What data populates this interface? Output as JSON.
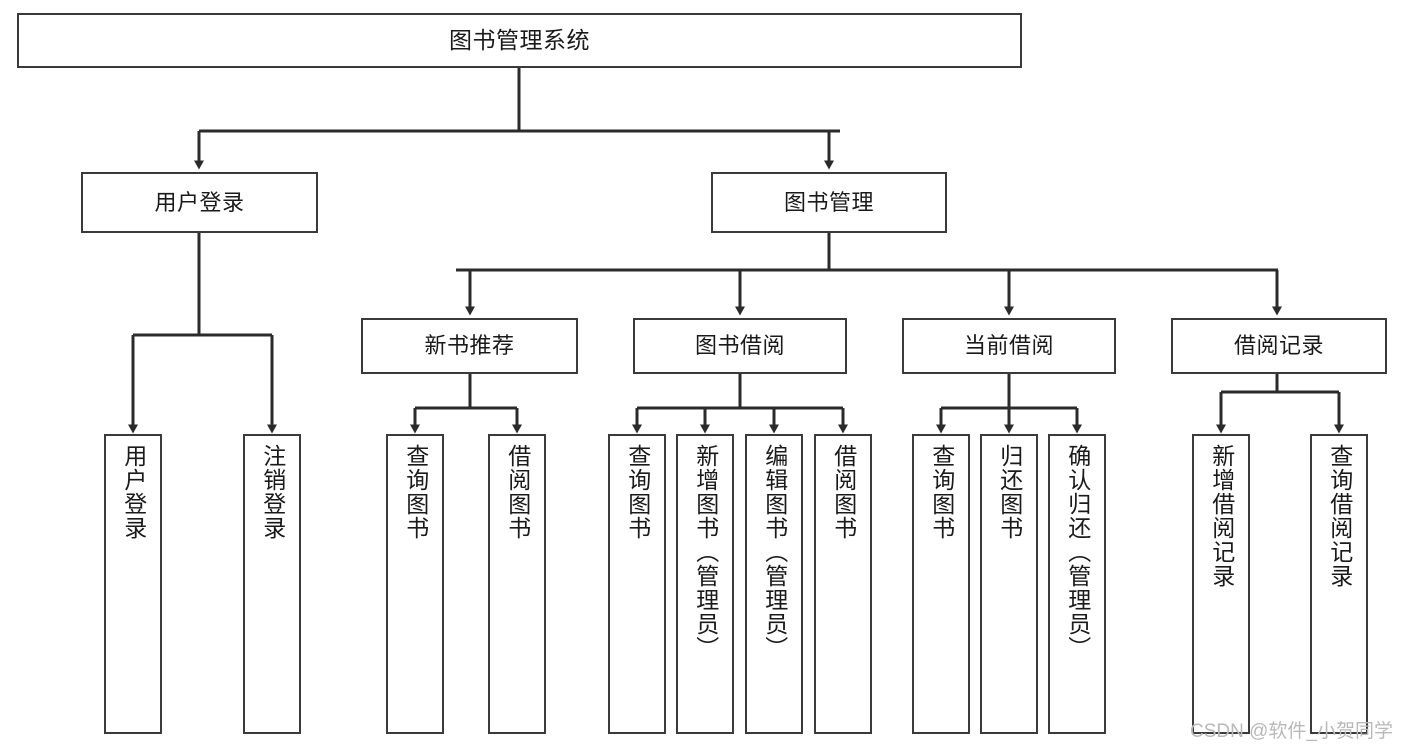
{
  "diagram": {
    "type": "tree",
    "title": "图书管理系统",
    "orientation": "top-down",
    "style": {
      "box_border_color": "#3a3a3a",
      "box_fill_color": "#ffffff",
      "edge_color": "#2b2b2b",
      "background": "#ffffff",
      "watermark_color": "#b9b9b9"
    },
    "nodes": {
      "root": {
        "label": "图书管理系统"
      },
      "level1": [
        {
          "id": "user_login",
          "label": "用户登录"
        },
        {
          "id": "book_manage",
          "label": "图书管理"
        }
      ],
      "level2": [
        {
          "id": "new_book_rec",
          "label": "新书推荐",
          "parent": "book_manage"
        },
        {
          "id": "book_borrow",
          "label": "图书借阅",
          "parent": "book_manage"
        },
        {
          "id": "current_borrow",
          "label": "当前借阅",
          "parent": "book_manage"
        },
        {
          "id": "borrow_record",
          "label": "借阅记录",
          "parent": "book_manage"
        }
      ],
      "leaves": [
        {
          "id": "leaf_user_login",
          "label": "用户登录",
          "parent": "user_login"
        },
        {
          "id": "leaf_user_logout",
          "label": "注销登录",
          "parent": "user_login"
        },
        {
          "id": "leaf_query_book_1",
          "label": "查询图书",
          "parent": "new_book_rec"
        },
        {
          "id": "leaf_borrow_book_1",
          "label": "借阅图书",
          "parent": "new_book_rec"
        },
        {
          "id": "leaf_query_book_2",
          "label": "查询图书",
          "parent": "book_borrow"
        },
        {
          "id": "leaf_add_book",
          "label": "新增图书（管理员）",
          "parent": "book_borrow"
        },
        {
          "id": "leaf_edit_book",
          "label": "编辑图书（管理员）",
          "parent": "book_borrow"
        },
        {
          "id": "leaf_borrow_book_2",
          "label": "借阅图书",
          "parent": "book_borrow"
        },
        {
          "id": "leaf_query_book_3",
          "label": "查询图书",
          "parent": "current_borrow"
        },
        {
          "id": "leaf_return_book",
          "label": "归还图书",
          "parent": "current_borrow"
        },
        {
          "id": "leaf_confirm_return",
          "label": "确认归还（管理员）",
          "parent": "current_borrow"
        },
        {
          "id": "leaf_add_record",
          "label": "新增借阅记录",
          "parent": "borrow_record"
        },
        {
          "id": "leaf_query_record",
          "label": "查询借阅记录",
          "parent": "borrow_record"
        }
      ]
    }
  },
  "watermark": {
    "text": "CSDN @软件_小贺同学"
  }
}
